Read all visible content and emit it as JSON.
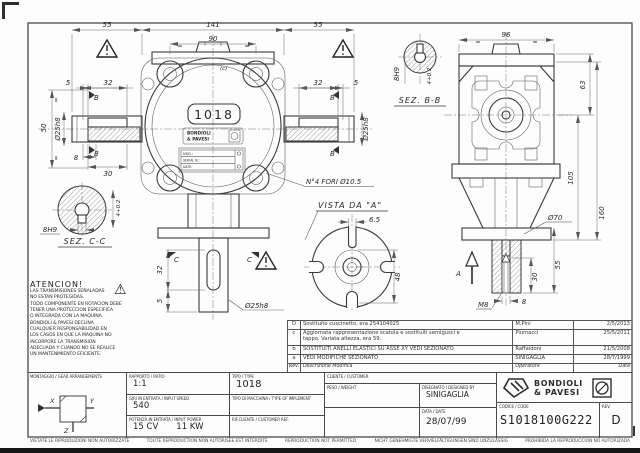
{
  "icons": {
    "warning": "⚠"
  },
  "drawing": {
    "front": {
      "dim_55_left": "55",
      "dim_141": "141",
      "dim_55_right": "55",
      "dim_90": "90",
      "eq": "=",
      "c_note": "(c)",
      "type_plate": "1018",
      "brand_line1": "BONDIOLI",
      "brand_line2": "& PAVESI",
      "plate_row1": "MOD.:",
      "plate_row2": "SERIAL N.:",
      "plate_row3": "DATE:",
      "out_dim_32": "32",
      "out_dim_5": "5",
      "out_dia": "Ø25h8",
      "flag_c": "C"
    },
    "input_shaft": {
      "dim_5": "5",
      "dim_32": "32",
      "dim_50": "50",
      "dia": "Ø25h8",
      "dim_8": "8",
      "dim_30": "30",
      "flag_b": "B",
      "eq": "="
    },
    "right_stub": {
      "dim_32": "32",
      "dim_5": "5",
      "dia": "Ø25h8",
      "flag_b": "B"
    },
    "sec_bb": {
      "bore_key": "8H9",
      "depth": "4+0.2",
      "label": "SEZ. B-B"
    },
    "sec_cc": {
      "bore_key": "8H9",
      "depth": "4+0.2",
      "label": "SEZ. C-C"
    },
    "side": {
      "dim_96": "96",
      "dim_63": "63",
      "dim_105": "105",
      "dim_160": "160",
      "dim_55": "55",
      "dim_30": "30",
      "dim_8": "8",
      "thread": "M8",
      "dia_70": "Ø70",
      "view_label": "A",
      "eq": "="
    },
    "vista": {
      "note_holes": "N°4 FORI Ø10.5",
      "label": "VISTA DA \"A\"",
      "dim_65": "6.5",
      "dim_48": "48"
    }
  },
  "warning": {
    "title": "ATENCION!",
    "lines": [
      "LAS TRANSMISIONES SEÑALADAS",
      "NO ESTAN PROTEGIDAS.",
      "TODO COMPONENTE EN ROTACION DEBE",
      "TENER UNA PROTECCION ESPECIFICA",
      "O INTEGRADA CON LA MAQUINA.",
      "BONDIOLI & PAVESI DECLINA",
      "CUALQUIER RESPONSABILIDAD EN",
      "LOS CASOS EN QUE LA MAQUINA NO",
      "INCORPORE LA TRANSMISION",
      "ADECUADA Y CUANDO NO SE REALICE",
      "UN MANTENIMIENTO EFICIENTE."
    ]
  },
  "revisions": {
    "headers": {
      "rev": "Rev.",
      "desc": "Descrizione Modifica",
      "op": "Operatore",
      "date": "Data"
    },
    "rows": [
      {
        "rev": "D",
        "desc": "Sostituito cuscinetto, era 254104025",
        "desc2": "",
        "op": "M.Pini",
        "date": "2/5/2013"
      },
      {
        "rev": "c",
        "desc": "Aggiornata rappresentazione scatola e sostituiti semigusci e",
        "desc2": "tappo. Variata altezza, era 59.",
        "op": "Piumacci",
        "date": "25/5/2011"
      },
      {
        "rev": "b",
        "desc": "SOSTITUITI ANELLI ELASTICI SU ASSE XY VEDI SEZIONATO.",
        "desc2": "",
        "op": "Raffaldoni",
        "date": "21/5/2008"
      },
      {
        "rev": "a",
        "desc": "VEDI MODIFICHE SEZIONATO",
        "desc2": "",
        "op": "SINIGAGLIA",
        "date": "28/7/1999"
      }
    ]
  },
  "titleblock": {
    "montaggio_label": "MONTAGGIO / GEAR ARRANGEMENTS",
    "axes": {
      "x": "X",
      "y": "Y",
      "z": "Z"
    },
    "ratio_label": "RAPPORTO / RATIO",
    "ratio_value": "1:1",
    "speed_label": "GIRI IN ENTRATA / INPUT SPEED",
    "speed_value": "540",
    "power_label": "POTENZA IN ENTRATA / INPUT POWER",
    "power_cv": "15 CV",
    "power_kw": "11 KW",
    "type_label": "TIPO / TYPE",
    "type_value": "1018",
    "machine_label": "TIPO DI MACCHINA / TYPE OF IMPLEMENT",
    "machine_value": "",
    "custref_label": "RIF.CLIENTE / CUSTOMER REF.",
    "custref_value": "",
    "customer_label": "CLIENTE / CUSTOMER",
    "customer_value": "",
    "weight_label": "PESO / WEIGHT",
    "weight_value": "",
    "designed_label": "DISEGNATO / DESIGNED BY",
    "designed_value": "SINIGAGLIA",
    "date_label": "DATA / DATE",
    "date_value": "28/07/99",
    "code_label": "CODICE / CODE",
    "code_value": "S1018100G222",
    "rev_label": "REV.",
    "rev_value": "D",
    "brand_line1": "BONDIOLI",
    "brand_line2": "& PAVESI"
  },
  "footer": {
    "items": [
      "VIETATE LE RIPRODUZIONI NON AUTORIZZATE",
      "TOUTE REPRODUCTION NON AUTORISEE EST INTERDITE",
      "REPRODUCTION NOT PERMITTED.",
      "NICHT GENEHMIGTE VERVIELFÄLTIGUNGEN SIND UNZULÄSSIG",
      "PROHIBIDA LA REPRODUCCION NO AUTORIZADA"
    ]
  }
}
